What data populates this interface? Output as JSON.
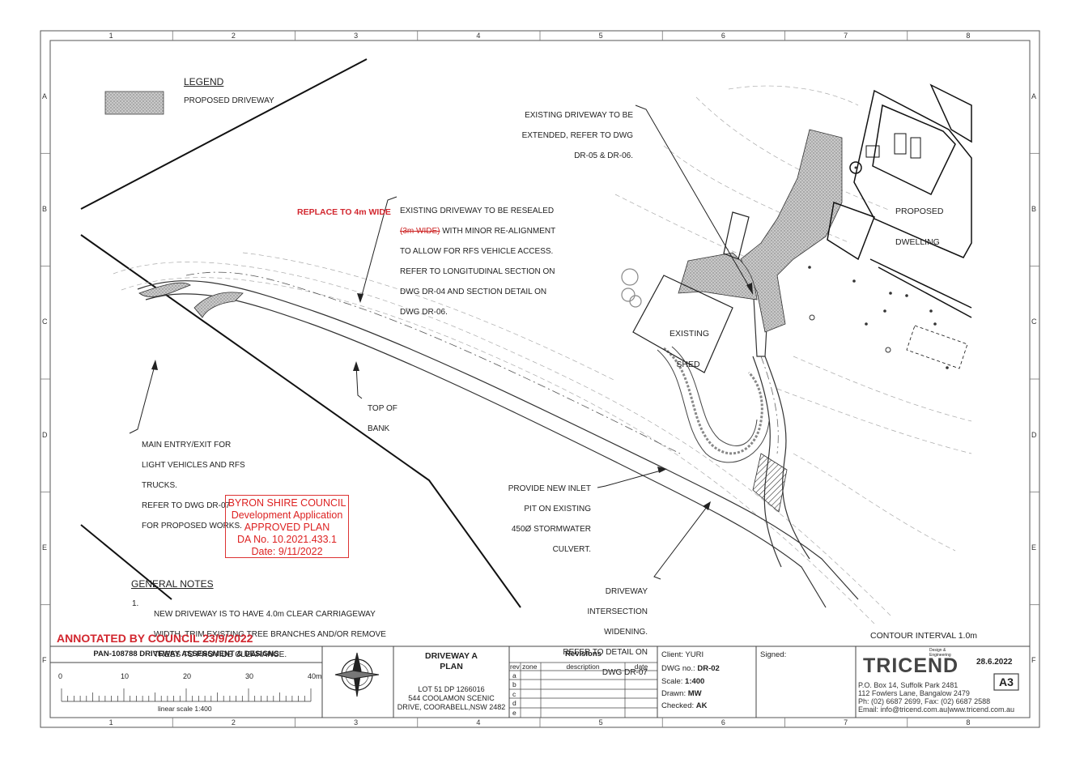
{
  "grid": {
    "columns": [
      "1",
      "2",
      "3",
      "4",
      "5",
      "6",
      "7",
      "8"
    ],
    "rows": [
      "A",
      "B",
      "C",
      "D",
      "E",
      "F"
    ]
  },
  "legend": {
    "title": "LEGEND",
    "item": "PROPOSED DRIVEWAY"
  },
  "annotations": {
    "existing_extend": [
      "EXISTING DRIVEWAY TO BE",
      "EXTENDED, REFER TO DWG",
      "DR-05 & DR-06."
    ],
    "resealed_line1": "EXISTING DRIVEWAY TO BE RESEALED",
    "replace_note": "REPLACE TO 4m WIDE",
    "struck_text": "(3m WIDE)",
    "resealed_line2_rest": " WITH MINOR RE-ALIGNMENT",
    "resealed_rest": [
      "TO ALLOW FOR RFS VEHICLE ACCESS.",
      "REFER TO LONGITUDINAL SECTION ON",
      "DWG DR-04 AND SECTION DETAIL ON",
      "DWG DR-06."
    ],
    "proposed_dwelling": [
      "PROPOSED",
      "DWELLING"
    ],
    "existing_shed": [
      "EXISTING",
      "SHED"
    ],
    "top_of_bank": [
      "TOP OF",
      "BANK"
    ],
    "main_entry": [
      "MAIN ENTRY/EXIT FOR",
      "LIGHT VEHICLES AND RFS",
      "TRUCKS.",
      "REFER TO DWG DR-07",
      "FOR PROPOSED WORKS."
    ],
    "inlet_pit": [
      "PROVIDE NEW INLET",
      "PIT ON EXISTING",
      "450Ø STORMWATER",
      "CULVERT."
    ],
    "intersection": [
      "DRIVEWAY",
      "INTERSECTION",
      "WIDENING.",
      "REFER TO DETAIL ON",
      "DWG DR-07"
    ],
    "contour_interval": "CONTOUR INTERVAL 1.0m"
  },
  "stamp": {
    "lines": [
      "BYRON SHIRE COUNCIL",
      "Development Application",
      "APPROVED PLAN",
      "DA No. 10.2021.433.1",
      "Date: 9/11/2022"
    ]
  },
  "general_notes": {
    "title": "GENERAL NOTES",
    "number": "1.",
    "text": [
      "NEW DRIVEWAY IS TO HAVE 4.0m CLEAR CARRIAGEWAY",
      "WIDTH. TRIM EXISTING TREE BRANCHES AND/OR REMOVE",
      "TREES TO PROVIDE CLEARANCE."
    ]
  },
  "council_annotation": "ANNOTATED BY COUNCIL 23/9/2022",
  "title_block": {
    "project": "PAN-108788 DRIVEWAY ASSESSMENT & DESIGNS",
    "scale_ticks": [
      "0",
      "10",
      "20",
      "30",
      "40m"
    ],
    "scale_label": "linear scale 1:400",
    "drawing_title": [
      "DRIVEWAY A",
      "PLAN"
    ],
    "address": [
      "LOT 51 DP 1266016",
      "544 COOLAMON SCENIC",
      "DRIVE, COORABELL,NSW 2482"
    ],
    "revisions_title": "Revisions",
    "rev_headers": [
      "rev",
      "zone",
      "description",
      "date"
    ],
    "rev_letters": [
      "a",
      "b",
      "c",
      "d",
      "e"
    ],
    "client_label": "Client:",
    "client": "YURI",
    "dwg_label": "DWG no.:",
    "dwg": "DR-02",
    "scale_label2": "Scale:",
    "scale": "1:400",
    "drawn_label": "Drawn:",
    "drawn": "MW",
    "checked_label": "Checked:",
    "checked": "AK",
    "signed_label": "Signed:",
    "company": "TRICEND",
    "company_tag": "Design & Engineering",
    "date": "28.6.2022",
    "sheet_size": "A3",
    "contact": [
      "P.O. Box 14, Suffolk Park 2481",
      "112 Fowlers Lane, Bangalow 2479",
      "Ph: (02) 6687 2699, Fax: (02) 6687 2588",
      "Email: info@tricend.com.au|www.tricend.com.au"
    ]
  }
}
